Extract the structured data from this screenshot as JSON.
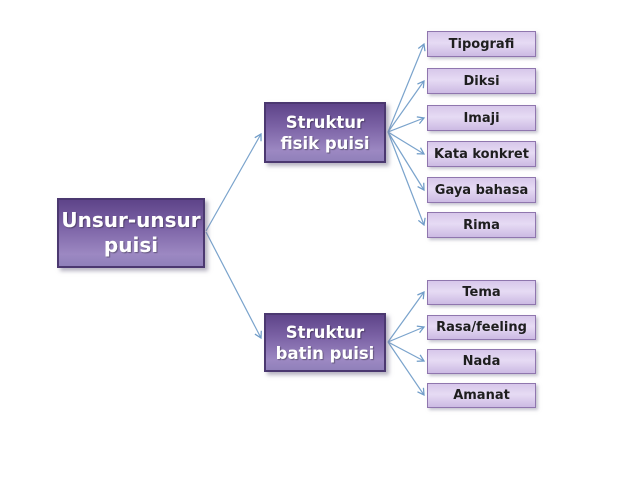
{
  "diagram": {
    "title_meaning": "Unsur-unsur puisi concept map",
    "root": {
      "label": "Unsur-unsur puisi",
      "line1": "Unsur-unsur",
      "line2": "puisi"
    },
    "branches": [
      {
        "id": "struktur-fisik",
        "label": "Struktur fisik puisi",
        "line1": "Struktur",
        "line2": "fisik puisi",
        "children": [
          "Tipografi",
          "Diksi",
          "Imaji",
          "Kata konkret",
          "Gaya bahasa",
          "Rima"
        ]
      },
      {
        "id": "struktur-batin",
        "label": "Struktur batin puisi",
        "line1": "Struktur",
        "line2": "batin puisi",
        "children": [
          "Tema",
          "Rasa/feeling",
          "Nada",
          "Amanat"
        ]
      }
    ],
    "colors": {
      "background": "#ffffff",
      "purple_box_dark": "#5e4489",
      "purple_box_light": "#9c88c2",
      "purple_border": "#4b3870",
      "leaf_fill_top": "#d7c7ea",
      "leaf_fill_bottom": "#ccbae3",
      "leaf_border": "#8f76ae",
      "arrow_blue": "#6f9cc8",
      "text_light": "#ffffff",
      "text_dark": "#1e1e1e"
    }
  }
}
